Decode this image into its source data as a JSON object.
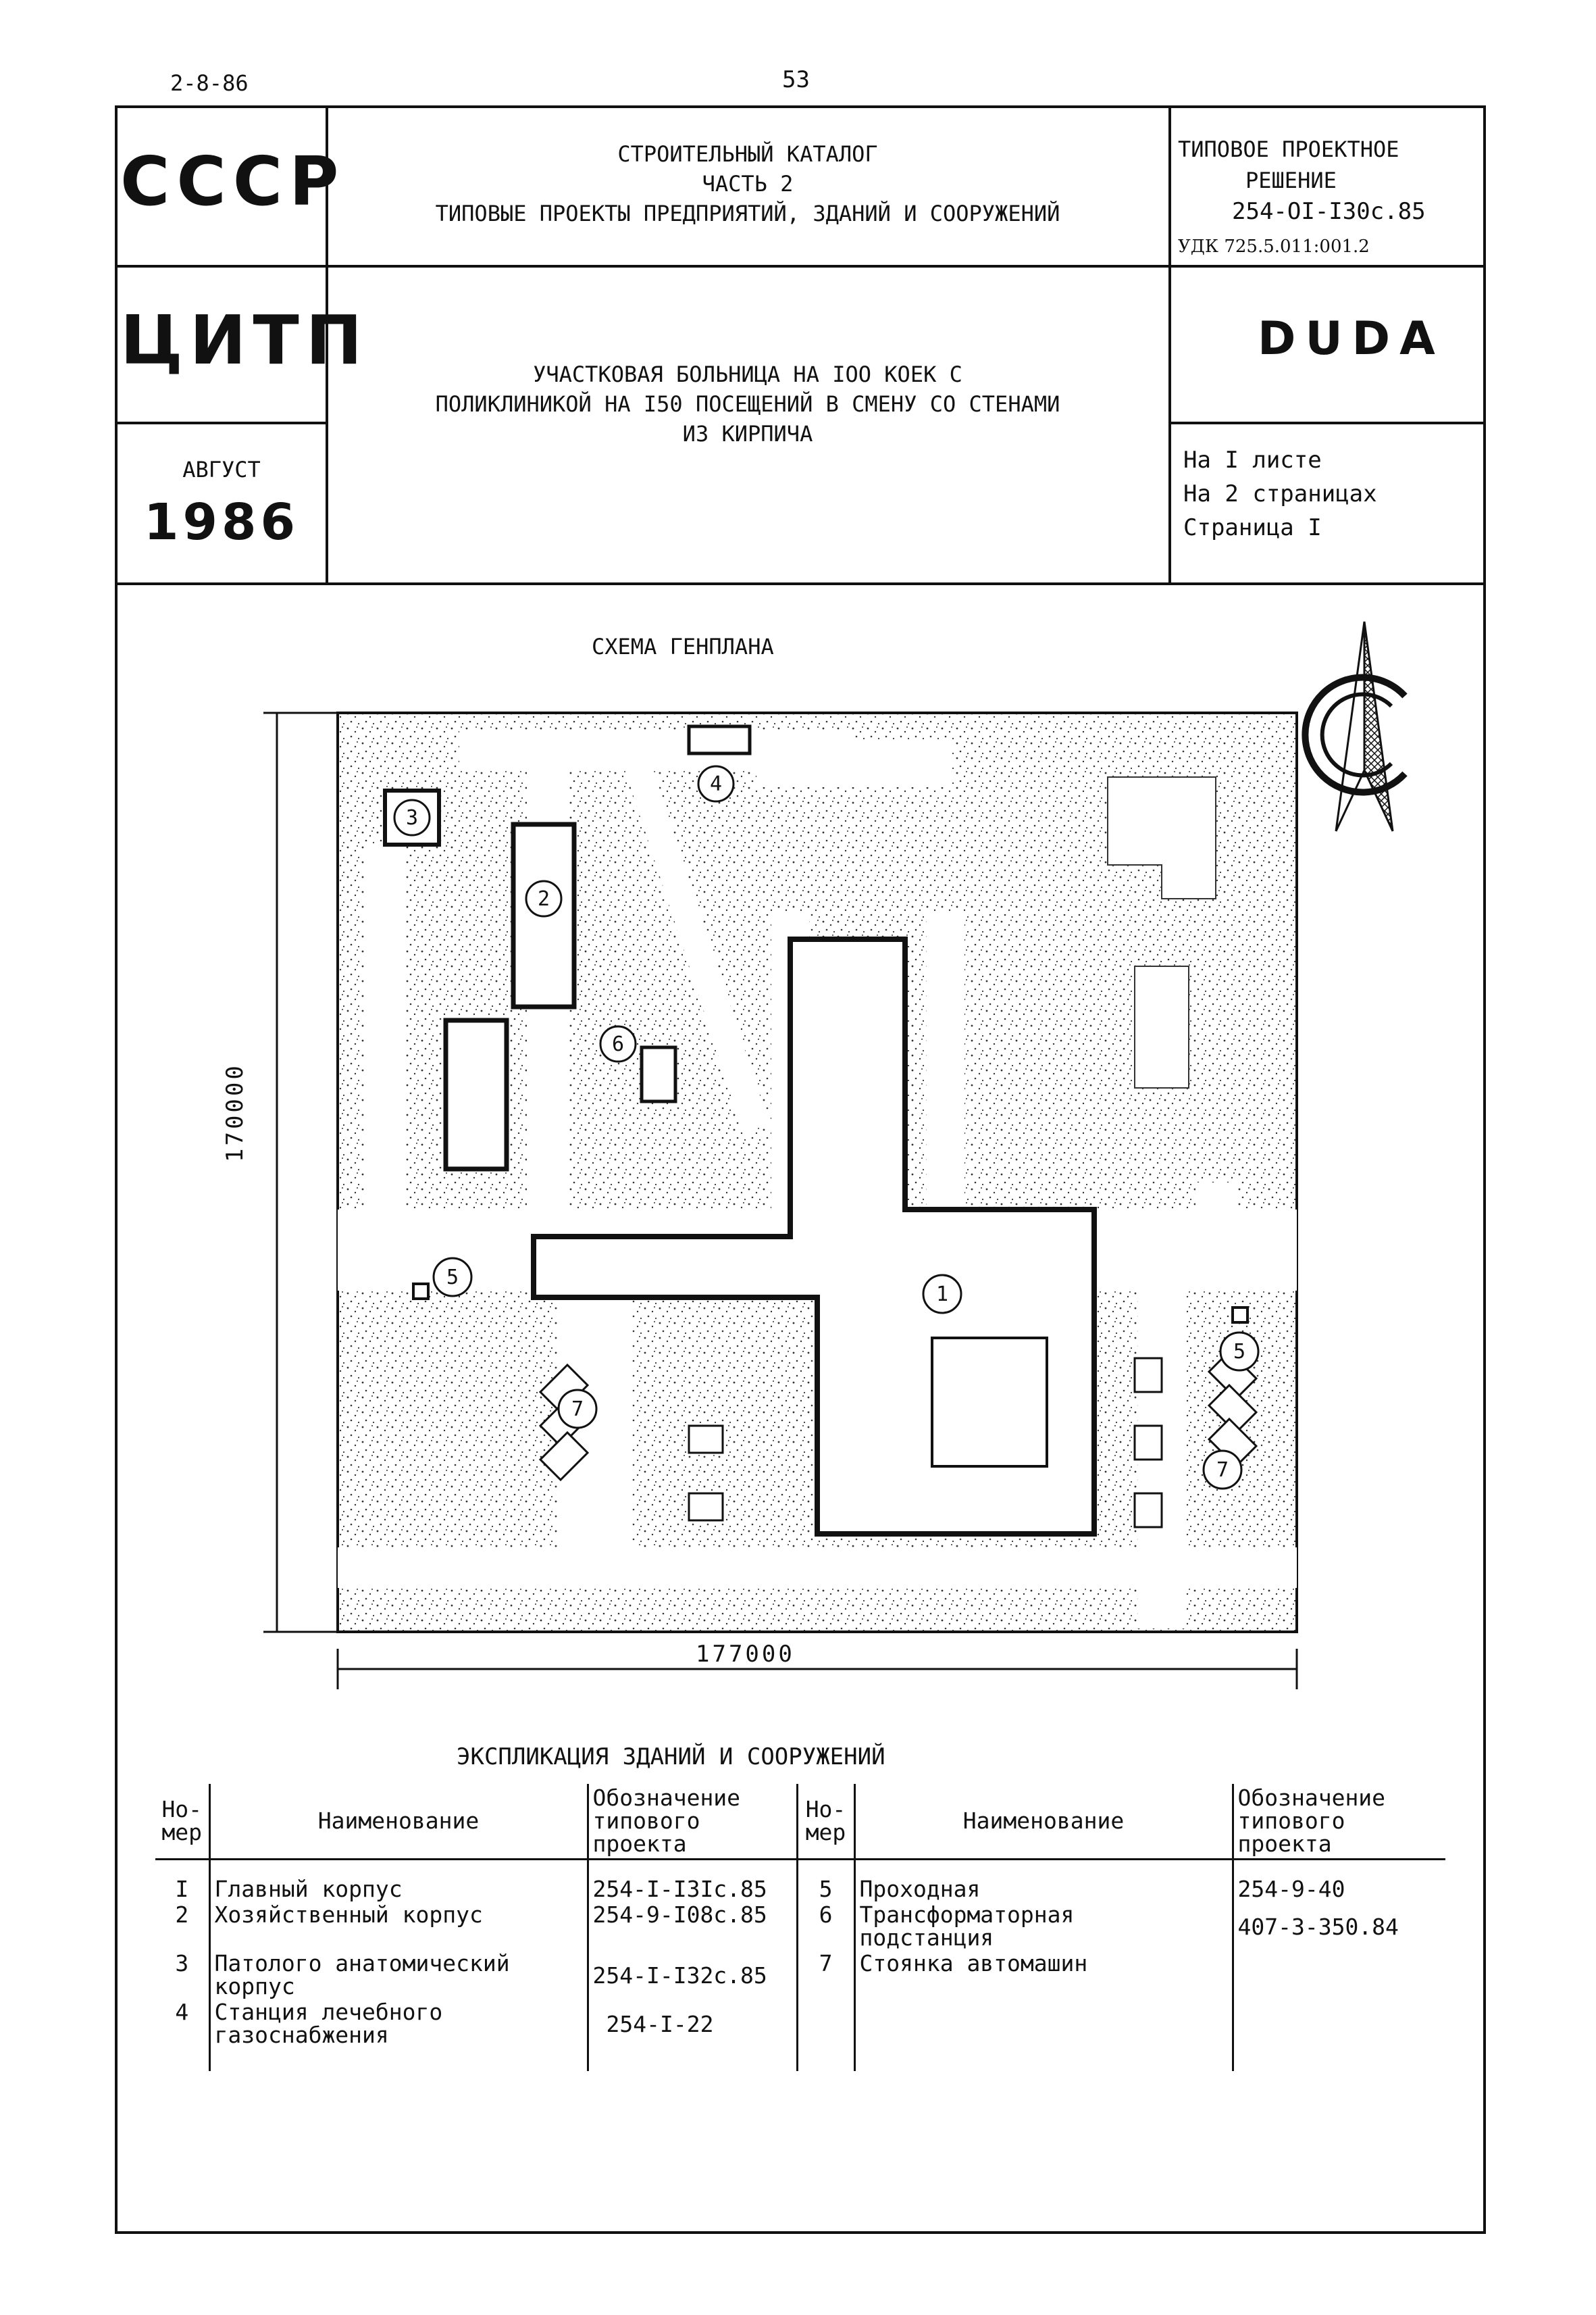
{
  "top": {
    "code": "2-8-86",
    "page_number": "53"
  },
  "title_block": {
    "left": {
      "org1": "СССР",
      "org2": "ЦИТП",
      "month": "АВГУСТ",
      "year": "1986"
    },
    "catalog": {
      "line1": "СТРОИТЕЛЬНЫЙ КАТАЛОГ",
      "line2": "ЧАСТЬ 2",
      "line3": "ТИПОВЫЕ ПРОЕКТЫ ПРЕДПРИЯТИЙ, ЗДАНИЙ И СООРУЖЕНИЙ"
    },
    "project": {
      "line1": "УЧАСТКОВАЯ БОЛЬНИЦА НА IOO КОЕК С",
      "line2": "ПОЛИКЛИНИКОЙ НА I50 ПОСЕЩЕНИЙ В СМЕНУ СО СТЕНАМИ",
      "line3": "ИЗ КИРПИЧА"
    },
    "right": {
      "type_line1": "ТИПОВОЕ ПРОЕКТНОЕ",
      "type_line2": "РЕШЕНИЕ",
      "number": "254-OI-I30с.85",
      "udk": "УДК 725.5.011:001.2",
      "code": "DUDA",
      "sheets": "На I листе",
      "pages": "На 2 страницах",
      "page": "Страница I"
    }
  },
  "plan": {
    "title": "СХЕМА ГЕНПЛАНА",
    "dim_width": "177000",
    "dim_height": "170000",
    "markers": [
      "1",
      "2",
      "3",
      "4",
      "5",
      "6",
      "7"
    ],
    "marker5b": "5",
    "marker7b": "7"
  },
  "explication": {
    "title": "ЭКСПЛИКАЦИЯ ЗДАНИЙ И СООРУЖЕНИЙ",
    "headers": {
      "num_l1": "Но-",
      "num_l2": "мер",
      "name": "Наименование",
      "des_l1": "Обозначение",
      "des_l2": "типового",
      "des_l3": "проекта"
    },
    "left_rows": [
      {
        "num": "I",
        "name": "Главный корпус",
        "name2": "",
        "des": "254-I-I3Iс.85"
      },
      {
        "num": "2",
        "name": "Хозяйственный корпус",
        "name2": "",
        "des": "254-9-I08с.85"
      },
      {
        "num": "3",
        "name": "Патолого анатомический",
        "name2": "корпус",
        "des": "254-I-I32с.85"
      },
      {
        "num": "4",
        "name": "Станция лечебного",
        "name2": "газоснабжения",
        "des": "254-I-22"
      }
    ],
    "right_rows": [
      {
        "num": "5",
        "name": "Проходная",
        "name2": "",
        "des": "254-9-40"
      },
      {
        "num": "6",
        "name": "Трансформаторная",
        "name2": "подстанция",
        "des": "407-3-350.84"
      },
      {
        "num": "7",
        "name": "Стоянка автомашин",
        "name2": "",
        "des": ""
      }
    ]
  }
}
